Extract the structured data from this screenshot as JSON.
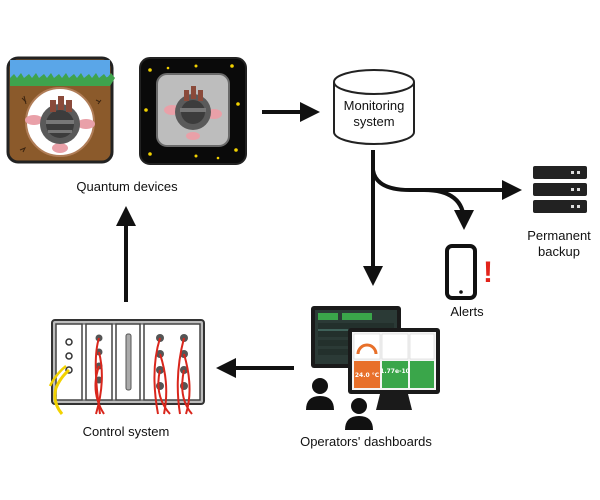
{
  "labels": {
    "quantum_devices": "Quantum devices",
    "monitoring_line1": "Monitoring",
    "monitoring_line2": "system",
    "permanent_line1": "Permanent",
    "permanent_line2": "backup",
    "alerts": "Alerts",
    "control_system": "Control system",
    "dashboards": "Operators' dashboards"
  },
  "alert_symbol": "!",
  "dashboard_readouts": {
    "temperature": "24.0 °C",
    "pressure": "1.77e-10"
  },
  "icons": [
    "quantum-device-earth-icon",
    "quantum-device-space-icon",
    "database-cylinder-icon",
    "server-rack-icon",
    "smartphone-icon",
    "exclamation-icon",
    "control-rack-icon",
    "monitor-icon",
    "operator-icon"
  ],
  "colors": {
    "arrow": "#111111",
    "sky": "#5aa6e8",
    "grass": "#3fa34d",
    "soil": "#8b5a2b",
    "space": "#0a0a0a",
    "alert": "#e2231a",
    "cable_yellow": "#f2d200",
    "cable_red": "#d9261c",
    "dash_orange": "#e8702a",
    "dash_green": "#3aa64a"
  }
}
